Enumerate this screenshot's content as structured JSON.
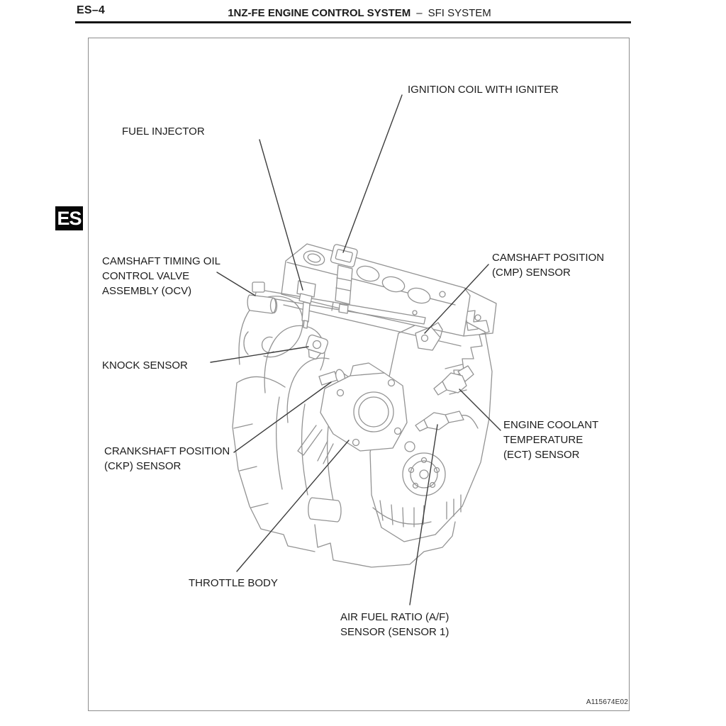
{
  "page": {
    "number": "ES–4",
    "title_bold": "1NZ-FE ENGINE CONTROL SYSTEM",
    "title_dash": "–",
    "title_regular": "SFI SYSTEM",
    "side_tab": "ES",
    "figure_code": "A115674E02"
  },
  "diagram": {
    "labels": {
      "ignition_coil": {
        "lines": [
          "IGNITION COIL WITH IGNITER"
        ]
      },
      "fuel_injector": {
        "lines": [
          "FUEL INJECTOR"
        ]
      },
      "ocv": {
        "lines": [
          "CAMSHAFT TIMING OIL",
          "CONTROL VALVE",
          "ASSEMBLY (OCV)"
        ]
      },
      "cmp": {
        "lines": [
          "CAMSHAFT POSITION",
          "(CMP) SENSOR"
        ]
      },
      "knock": {
        "lines": [
          "KNOCK SENSOR"
        ]
      },
      "ckp": {
        "lines": [
          "CRANKSHAFT POSITION",
          "(CKP) SENSOR"
        ]
      },
      "ect": {
        "lines": [
          "ENGINE COOLANT",
          "TEMPERATURE",
          "(ECT) SENSOR"
        ]
      },
      "throttle": {
        "lines": [
          "THROTTLE BODY"
        ]
      },
      "afr": {
        "lines": [
          "AIR FUEL RATIO (A/F)",
          "SENSOR (SENSOR 1)"
        ]
      }
    },
    "colors": {
      "line_art": "#939393",
      "leader_line": "#3d3d3d",
      "text": "#1c1c1c",
      "border": "#8d8d8d",
      "header_rule": "#141414",
      "tab_bg": "#060606",
      "tab_text": "#ffffff"
    }
  }
}
